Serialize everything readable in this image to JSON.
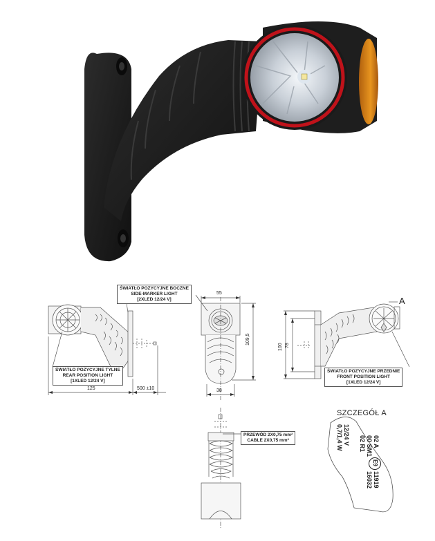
{
  "photo": {
    "description": "Marker lamp product photo",
    "colors": {
      "rubber": "#1c1c1c",
      "ring": "#c0121a",
      "lens": "#e8ecf0",
      "amber": "#e08a1a"
    }
  },
  "drawing": {
    "side_marker_label": {
      "line1": "ŚWIATŁO POZYCYJNE BOCZNE",
      "line2": "SIDE-MARKER LIGHT",
      "line3": "[2XLED 12/24 V]"
    },
    "rear_label": {
      "line1": "ŚWIATŁO POZYCYJNE TYLNE",
      "line2": "REAR POSITION LIGHT",
      "line3": "[1XLED 12/24 V]"
    },
    "front_label": {
      "line1": "ŚWIATŁO POZYCYJNE PRZEDNIE",
      "line2": "FRONT POSITION LIGHT",
      "line3": "[1XLED 12/24 V]"
    },
    "cable_label": {
      "line1": "PRZEWÓD 2X0,75 mm²",
      "line2": "CABLE 2X0,75 mm²"
    },
    "dimensions": {
      "length": "125",
      "cable_length": "500 ±10",
      "width_top": "55",
      "width_bottom": "38",
      "height_side": "109,5",
      "height_outer": "100",
      "height_inner": "78"
    },
    "detail_marker": "A",
    "detail": {
      "title": "SZCZEGÓŁ A",
      "voltage": "12/24 V",
      "power": "0,7/1,4 W",
      "code1": "02 A",
      "code2": "00 SM1",
      "code3": "02 R1",
      "approval_mark": "E9",
      "approval1": "11919",
      "approval2": "16032"
    }
  }
}
